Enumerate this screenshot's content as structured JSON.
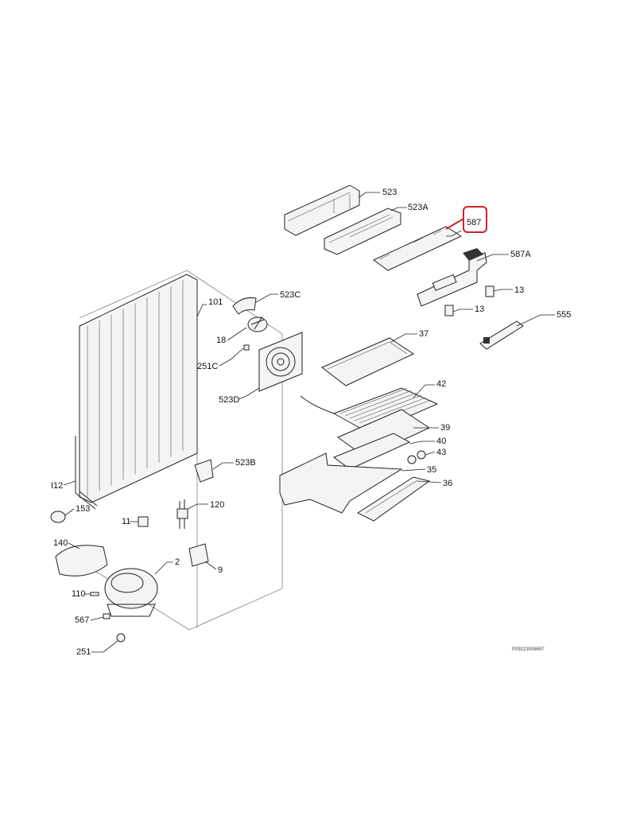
{
  "diagram": {
    "code": "P09223008697",
    "highlight_color": "#cc2229",
    "labels": {
      "p523": "523",
      "p523a": "523A",
      "p587": "587",
      "p587a": "587A",
      "p13a": "13",
      "p13b": "13",
      "p555": "555",
      "p101": "101",
      "p523c": "523C",
      "p18": "18",
      "p251c": "251C",
      "p523d": "523D",
      "p37": "37",
      "p42": "42",
      "p39": "39",
      "p40": "40",
      "p43": "43",
      "p35": "35",
      "p36": "36",
      "p112": "I12",
      "p153": "153",
      "p523b": "523B",
      "p120": "120",
      "p11": "11",
      "p140": "140",
      "p2": "2",
      "p9": "9",
      "p110": "110",
      "p567": "567",
      "p251": "251"
    }
  }
}
